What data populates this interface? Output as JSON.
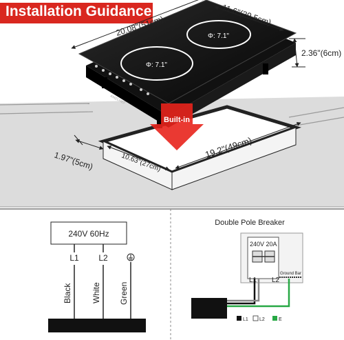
{
  "title": "Installation Guidance",
  "dimensions": {
    "length": "20.08\"(51cm)",
    "width": "11.6\"(29.5cm)",
    "height": "2.36\"(6cm)",
    "cutout_length": "19.2\"(49cm)",
    "cutout_width": "10.63\"(27cm)",
    "clearance": "1.97\"(5cm)"
  },
  "burners": {
    "left": "Φ: 7.1\"",
    "right": "Φ: 7.1\""
  },
  "brand": "AMZCHEF",
  "builtin_label": "Built-in",
  "wiring_left": {
    "supply": "240V 60Hz",
    "terminals": [
      "L1",
      "L2"
    ],
    "wires": [
      "Black",
      "White",
      "Green"
    ]
  },
  "wiring_right": {
    "title": "Double Pole Breaker",
    "rating": "240V 20A",
    "terminals": [
      "L1",
      "L2"
    ],
    "ground_bar": "Ground Bar",
    "legend": [
      "L1",
      "L2",
      "E"
    ]
  },
  "colors": {
    "banner": "#d9271f",
    "arrow": "#e8231c",
    "ground_wire": "#27a844"
  }
}
